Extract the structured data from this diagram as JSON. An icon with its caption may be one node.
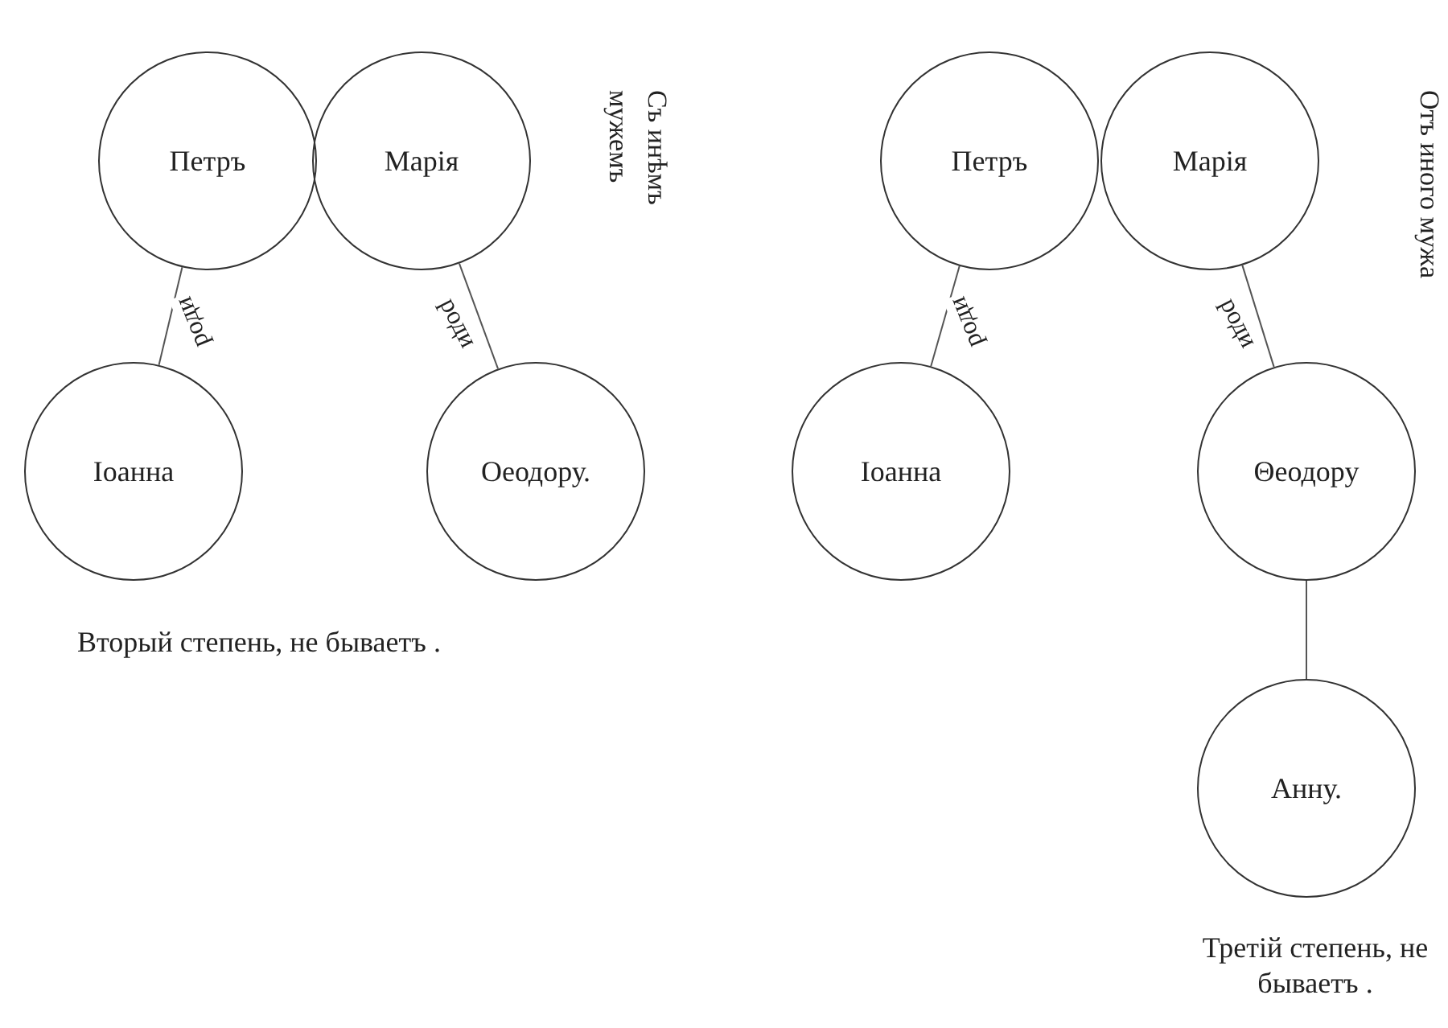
{
  "diagram": {
    "nodes": [
      {
        "text": [
          "Петръ"
        ]
      },
      {
        "text": [
          "Марія"
        ],
        "beside": [
          "Съ инѣмъ мужемъ"
        ]
      },
      {
        "text": [
          "Іоанна"
        ]
      },
      {
        "text": [
          "Оеодору."
        ]
      },
      {
        "text": [
          "Петръ"
        ]
      },
      {
        "text": [
          "Марія"
        ],
        "beside": [
          "Отъ иного мужа"
        ]
      },
      {
        "text": [
          "Іоанна"
        ]
      },
      {
        "text": [
          "Θеодору"
        ]
      },
      {
        "text": [
          "Анну."
        ]
      }
    ],
    "edges": [
      {
        "from": 0,
        "to": 2,
        "arrow": "none",
        "label": "роди"
      },
      {
        "from": 1,
        "to": 3,
        "arrow": "none",
        "label": "роди"
      },
      {
        "from": 4,
        "to": 6,
        "arrow": "none",
        "label": "роди"
      },
      {
        "from": 5,
        "to": 7,
        "arrow": "none",
        "label": "роди"
      },
      {
        "from": 7,
        "to": 8,
        "arrow": "none"
      }
    ],
    "labels": [
      "Вторый степень, не бываетъ .",
      "Третій степень, не бываетъ ."
    ]
  }
}
